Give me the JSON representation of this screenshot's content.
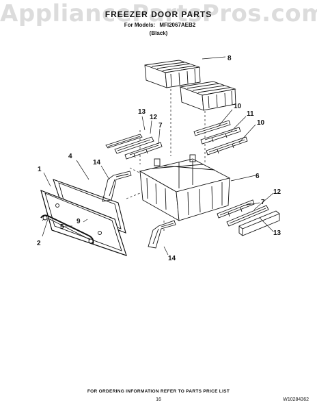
{
  "watermark": "AppliancePartsPros.com",
  "header": {
    "title": "FREEZER DOOR PARTS",
    "model_prefix": "For Models:",
    "model": "MFI2067AEB2",
    "color": "(Black)"
  },
  "callouts": {
    "c1": "1",
    "c2": "2",
    "c4": "4",
    "c5": "5",
    "c6": "6",
    "c7a": "7",
    "c7b": "7",
    "c8": "8",
    "c9": "9",
    "c10a": "10",
    "c10b": "10",
    "c11": "11",
    "c12a": "12",
    "c12b": "12",
    "c13a": "13",
    "c13b": "13",
    "c14a": "14",
    "c14b": "14"
  },
  "footer": {
    "info": "FOR ORDERING INFORMATION REFER TO PARTS PRICE LIST",
    "page": "16",
    "doc_number": "W10284362"
  }
}
